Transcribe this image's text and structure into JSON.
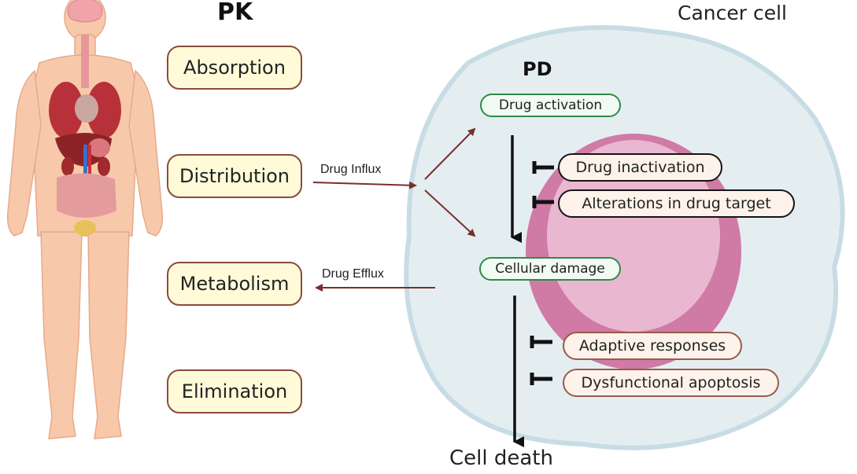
{
  "headings": {
    "pk": "PK",
    "pd": "PD",
    "cancer_cell": "Cancer cell"
  },
  "pk_stages": [
    "Absorption",
    "Distribution",
    "Metabolism",
    "Elimination"
  ],
  "transport": {
    "influx": "Drug Influx",
    "efflux": "Drug Efflux"
  },
  "pd_steps": {
    "activation": "Drug activation",
    "damage": "Cellular damage",
    "outcome": "Cell death"
  },
  "resistance": {
    "upstream": [
      "Drug inactivation",
      "Alterations in drug target"
    ],
    "downstream": [
      "Adaptive responses",
      "Dysfunctional apoptosis"
    ]
  },
  "colors": {
    "pk_box_fill": "#fffbd9",
    "pk_box_border": "#8a4b3c",
    "arrow_brown": "#7a2f2a",
    "pd_green_border": "#2f8a4a",
    "cell_cytoplasm": "#e4eef1",
    "nucleus": "#d07aa6"
  },
  "icons": {
    "body": "human-body-anatomy-illustration",
    "cell": "cancer-cell-illustration",
    "inhibitor": "t-bar-inhibition-icon"
  }
}
